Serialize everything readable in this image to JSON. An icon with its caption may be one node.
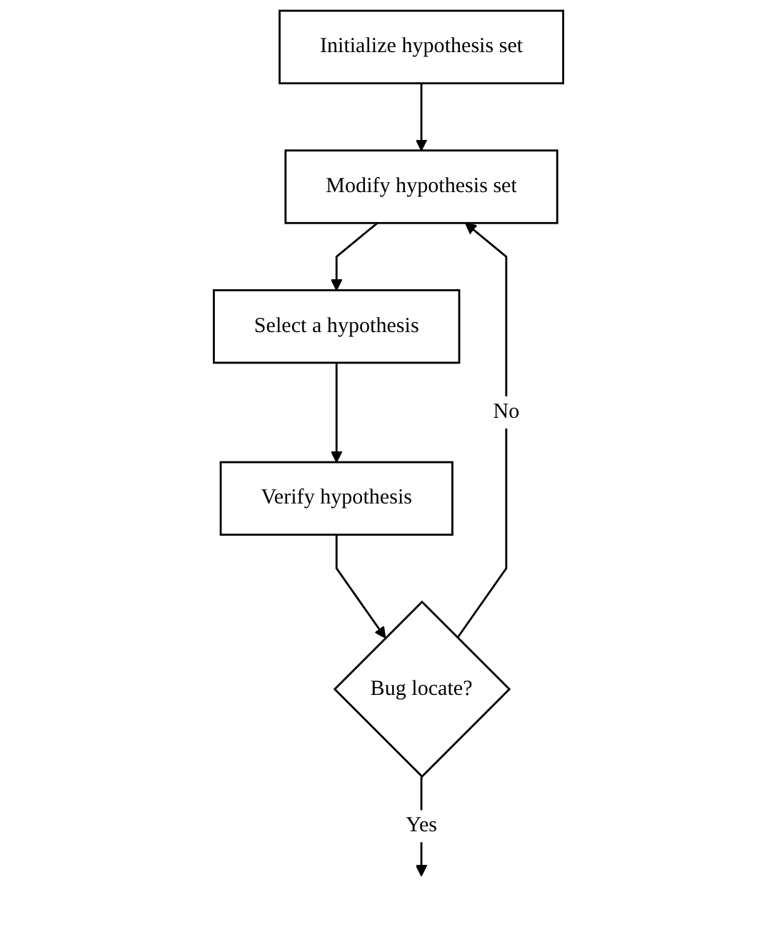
{
  "diagram": {
    "nodes": [
      {
        "text": [
          "Initialize hypothesis set"
        ]
      },
      {
        "text": [
          "Modify hypothesis set"
        ]
      },
      {
        "text": [
          "Select a hypothesis"
        ]
      },
      {
        "text": [
          "Verify hypothesis"
        ]
      },
      {
        "text": [
          "Bug locate?"
        ]
      }
    ],
    "edges": [
      {
        "from": 0,
        "to": 1,
        "arrow": "to"
      },
      {
        "from": 1,
        "to": 2,
        "arrow": "to"
      },
      {
        "from": 2,
        "to": 3,
        "arrow": "to"
      },
      {
        "from": 3,
        "to": 4,
        "arrow": "to"
      },
      {
        "from": 4,
        "to": 1,
        "arrow": "to",
        "label": "No"
      },
      {
        "from": 4,
        "to": null,
        "arrow": "to",
        "label": "Yes"
      }
    ]
  }
}
